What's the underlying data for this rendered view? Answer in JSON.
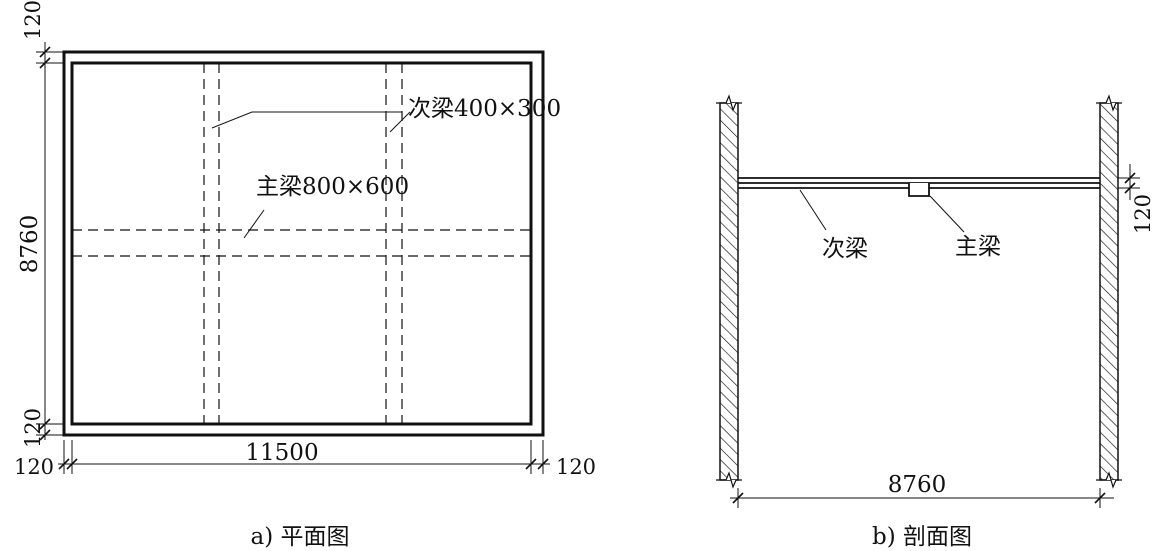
{
  "plan": {
    "caption": "a) 平面图",
    "secondary_beam_label": "次梁400×300",
    "main_beam_label": "主梁800×600",
    "dim_height": "8760",
    "dim_width": "11500",
    "dim_wall_top": "120",
    "dim_wall_bottom": "120",
    "dim_wall_left": "120",
    "dim_wall_right": "120"
  },
  "section": {
    "caption": "b) 剖面图",
    "secondary_beam_label": "次梁",
    "main_beam_label": "主梁",
    "dim_span": "8760",
    "dim_slab": "120"
  },
  "colors": {
    "line": "#111111",
    "background": "#ffffff"
  }
}
